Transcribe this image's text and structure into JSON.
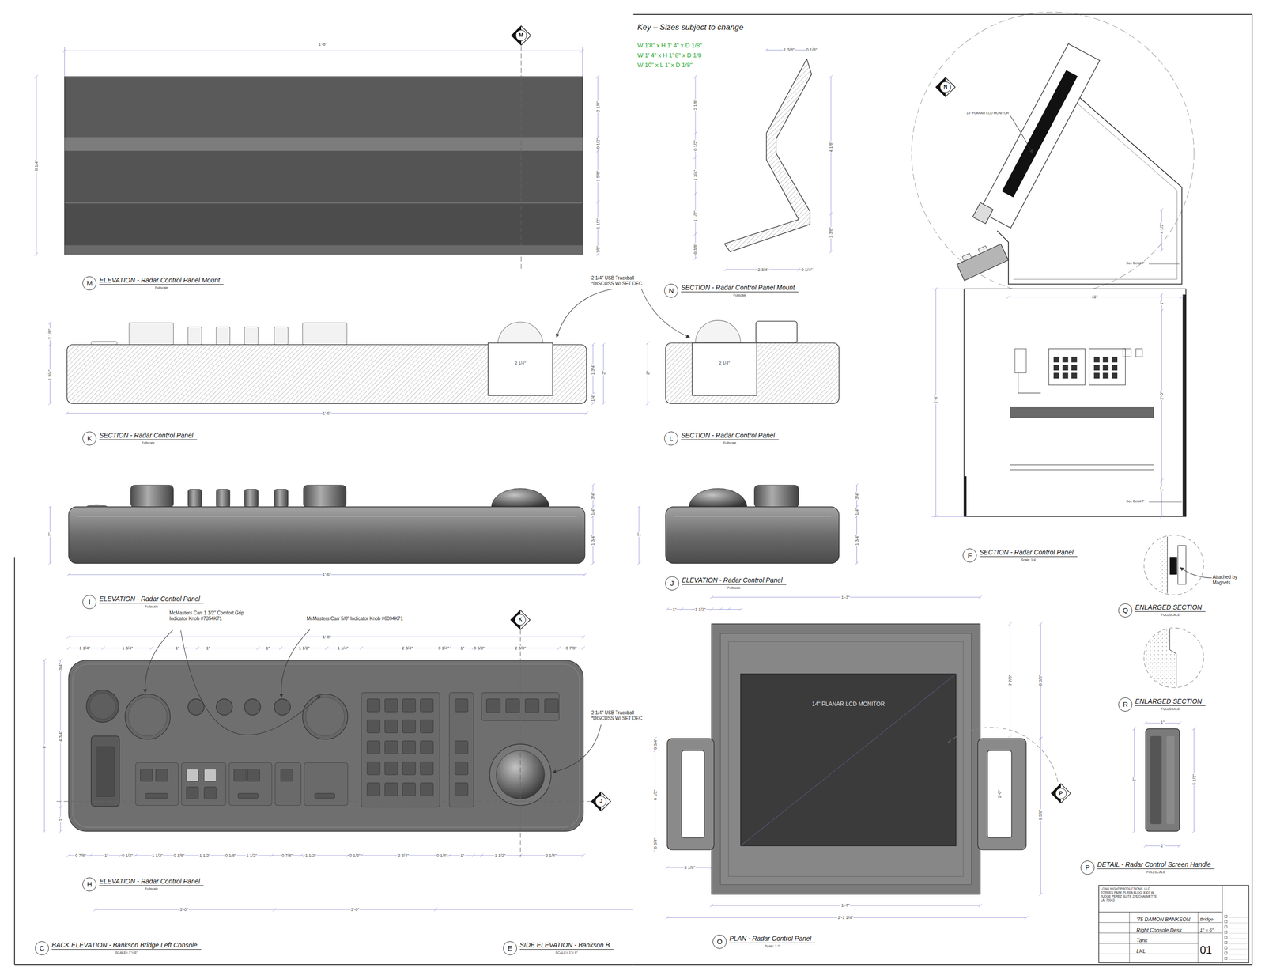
{
  "diagram": {
    "nodes": [
      {
        "text": [
          "M",
          "ELEVATION - Radar Control Panel Mount",
          "Fullscale"
        ]
      },
      {
        "text": [
          "M"
        ]
      },
      {
        "text": [
          "K",
          "SECTION - Radar Control Panel",
          "Fullscale"
        ]
      },
      {
        "text": [
          "N",
          "SECTION - Radar Control Panel Mount",
          "Fullscale"
        ]
      },
      {
        "text": [
          "L",
          "SECTION - Radar Control Panel",
          "Fullscale"
        ]
      },
      {
        "text": [
          "I",
          "ELEVATION - Radar Control Panel",
          "Fullscale"
        ]
      },
      {
        "text": [
          "J",
          "ELEVATION - Radar Control Panel",
          "Fullscale"
        ]
      },
      {
        "text": [
          "N"
        ]
      },
      {
        "text": [
          "F",
          "SECTION - Radar Control Panel",
          "Scale: 1:4"
        ]
      },
      {
        "text": [
          "K"
        ]
      },
      {
        "text": [
          "J"
        ]
      },
      {
        "text": [
          "H",
          "ELEVATION - Radar Control Panel",
          "Fullscale"
        ]
      },
      {
        "text": [
          "14\" PLANAR LCD MONITOR"
        ]
      },
      {
        "text": [
          "P"
        ]
      },
      {
        "text": [
          "Q",
          "ENLARGED SECTION",
          "FULLSCALE"
        ]
      },
      {
        "text": [
          "R",
          "ENLARGED SECTION",
          "FULLSCALE"
        ]
      },
      {
        "text": [
          "P",
          "DETAIL - Radar Control Screen Handle",
          "FULLSCALE"
        ]
      },
      {
        "text": [
          "O",
          "PLAN - Radar Control Panel",
          "Scale: 1:2"
        ]
      },
      {
        "text": [
          "C",
          "BACK ELEVATION - Bankson Bridge Left Console",
          "SCALE= 1\"= 6\""
        ]
      },
      {
        "text": [
          "E",
          "SIDE ELEVATION - Bankson B",
          "SCALE= 1\"= 6\""
        ]
      },
      {
        "text": [
          "LONG NIGHT PRODUCTIONS, LLC TORRES PARK PLRSA BLDG. 8301 W. JUDGE PEREZ SUITE 226 CHALMETTE, LA. 70043"
        ]
      },
      {
        "text": [
          "'75 DAMON BANKSON"
        ],
        "in": 20
      },
      {
        "text": [
          "Bridge"
        ],
        "in": 20
      },
      {
        "text": [
          "Right Console Desk"
        ],
        "in": 20
      },
      {
        "text": [
          "1\" = 6\""
        ],
        "in": 20
      },
      {
        "text": [
          "Tank"
        ],
        "in": 20
      },
      {
        "text": [
          "LKL"
        ],
        "in": 20
      },
      {
        "text": [
          "01"
        ],
        "in": 20
      }
    ],
    "labels": [
      "1'-8\"",
      "8 1/4\"",
      "2 1/8\"",
      "0 1/2\"",
      "1 5/8\"",
      "1 1/2\"",
      "3/8\"",
      "2 1/8\"",
      "1 3/4\"",
      "2 1/4\"",
      "1 3/4\"",
      "2\"",
      "1/4\"",
      "1'-6\"",
      "2 1/4\" USB Trackball *DISCUSS W/ SET DEC",
      "2 1/4\"",
      "2\"",
      "2\"",
      "3/4\"",
      "1/4\"",
      "1 3/4\"",
      "1'-6\"",
      "2\"",
      "3/4\"",
      "1/4\"",
      "1 3/4\"",
      "McMasters Carr 1 1/2\" Comfort Grip Indicator Knob #7354K71",
      "McMasters Carr 5/8\" Indicator Knob #6094K71",
      "1'-8\"",
      "1 1/4\"",
      "1 3/4\"",
      "1\"",
      "1\"",
      "1\"",
      "1 1/2\"",
      "1 1/4\"",
      "2 3/4\"",
      "0 1/4\"",
      "1\"",
      "0 5/8\"",
      "2 3/8\"",
      "0 7/8\"",
      "3/4\"",
      "4 3/4\"",
      "6\"",
      "1\"",
      "0 7/8\"",
      "1\"",
      "0 1/2\"",
      "1 1/2\"",
      "0 1/8\"",
      "1 1/2\"",
      "0 1/8\"",
      "1 1/2\"",
      "0 7/8\"",
      "1 1/2\"",
      "0 1/2\"",
      "2 3/4\"",
      "0 1/4\"",
      "1\"",
      "1 1/2\"",
      "2 1/4\"",
      "2 1/4\" USB Trackball *DISCUSS W/ SET DEC",
      "3'-0\"",
      "3'-0\"",
      "1 3/8\"",
      "0 1/8\"",
      "2 1/8\"",
      "0 1/2\"",
      "1 3/4\"",
      "1 1/2\"",
      "0 3/8\"",
      "4 1/8\"",
      "1 3/8\"",
      "2 3/4\"",
      "0 1/4\"",
      "14\" PLANAR LCD MONITOR",
      "11\"",
      "2'-8\"",
      "2'-0\"",
      "1\"",
      "1\"",
      "4 1/2\"",
      "See Detail P",
      "See Detail P",
      "Attached by Magnets",
      "1\"",
      "5 1/2\"",
      "6\"",
      "2\"",
      "1'-3\"",
      "1\"",
      "1 1/2\"",
      "7 7/8\"",
      "8 3/8\"",
      "1'-0\"",
      "9 5/8\"",
      "0 3/4\"",
      "0 1/2\"",
      "0 3/4\"",
      "3 1/8\"",
      "1'-7\"",
      "2'-1 1/4\"",
      "Key – Sizes subject to change",
      "W 1'8\" x H 1' 4\" x D 1/8\"",
      "W 1' 4\" x H 1' 8\" x D 1/8",
      "W 10\" x L 1' x D 1/8\""
    ]
  }
}
